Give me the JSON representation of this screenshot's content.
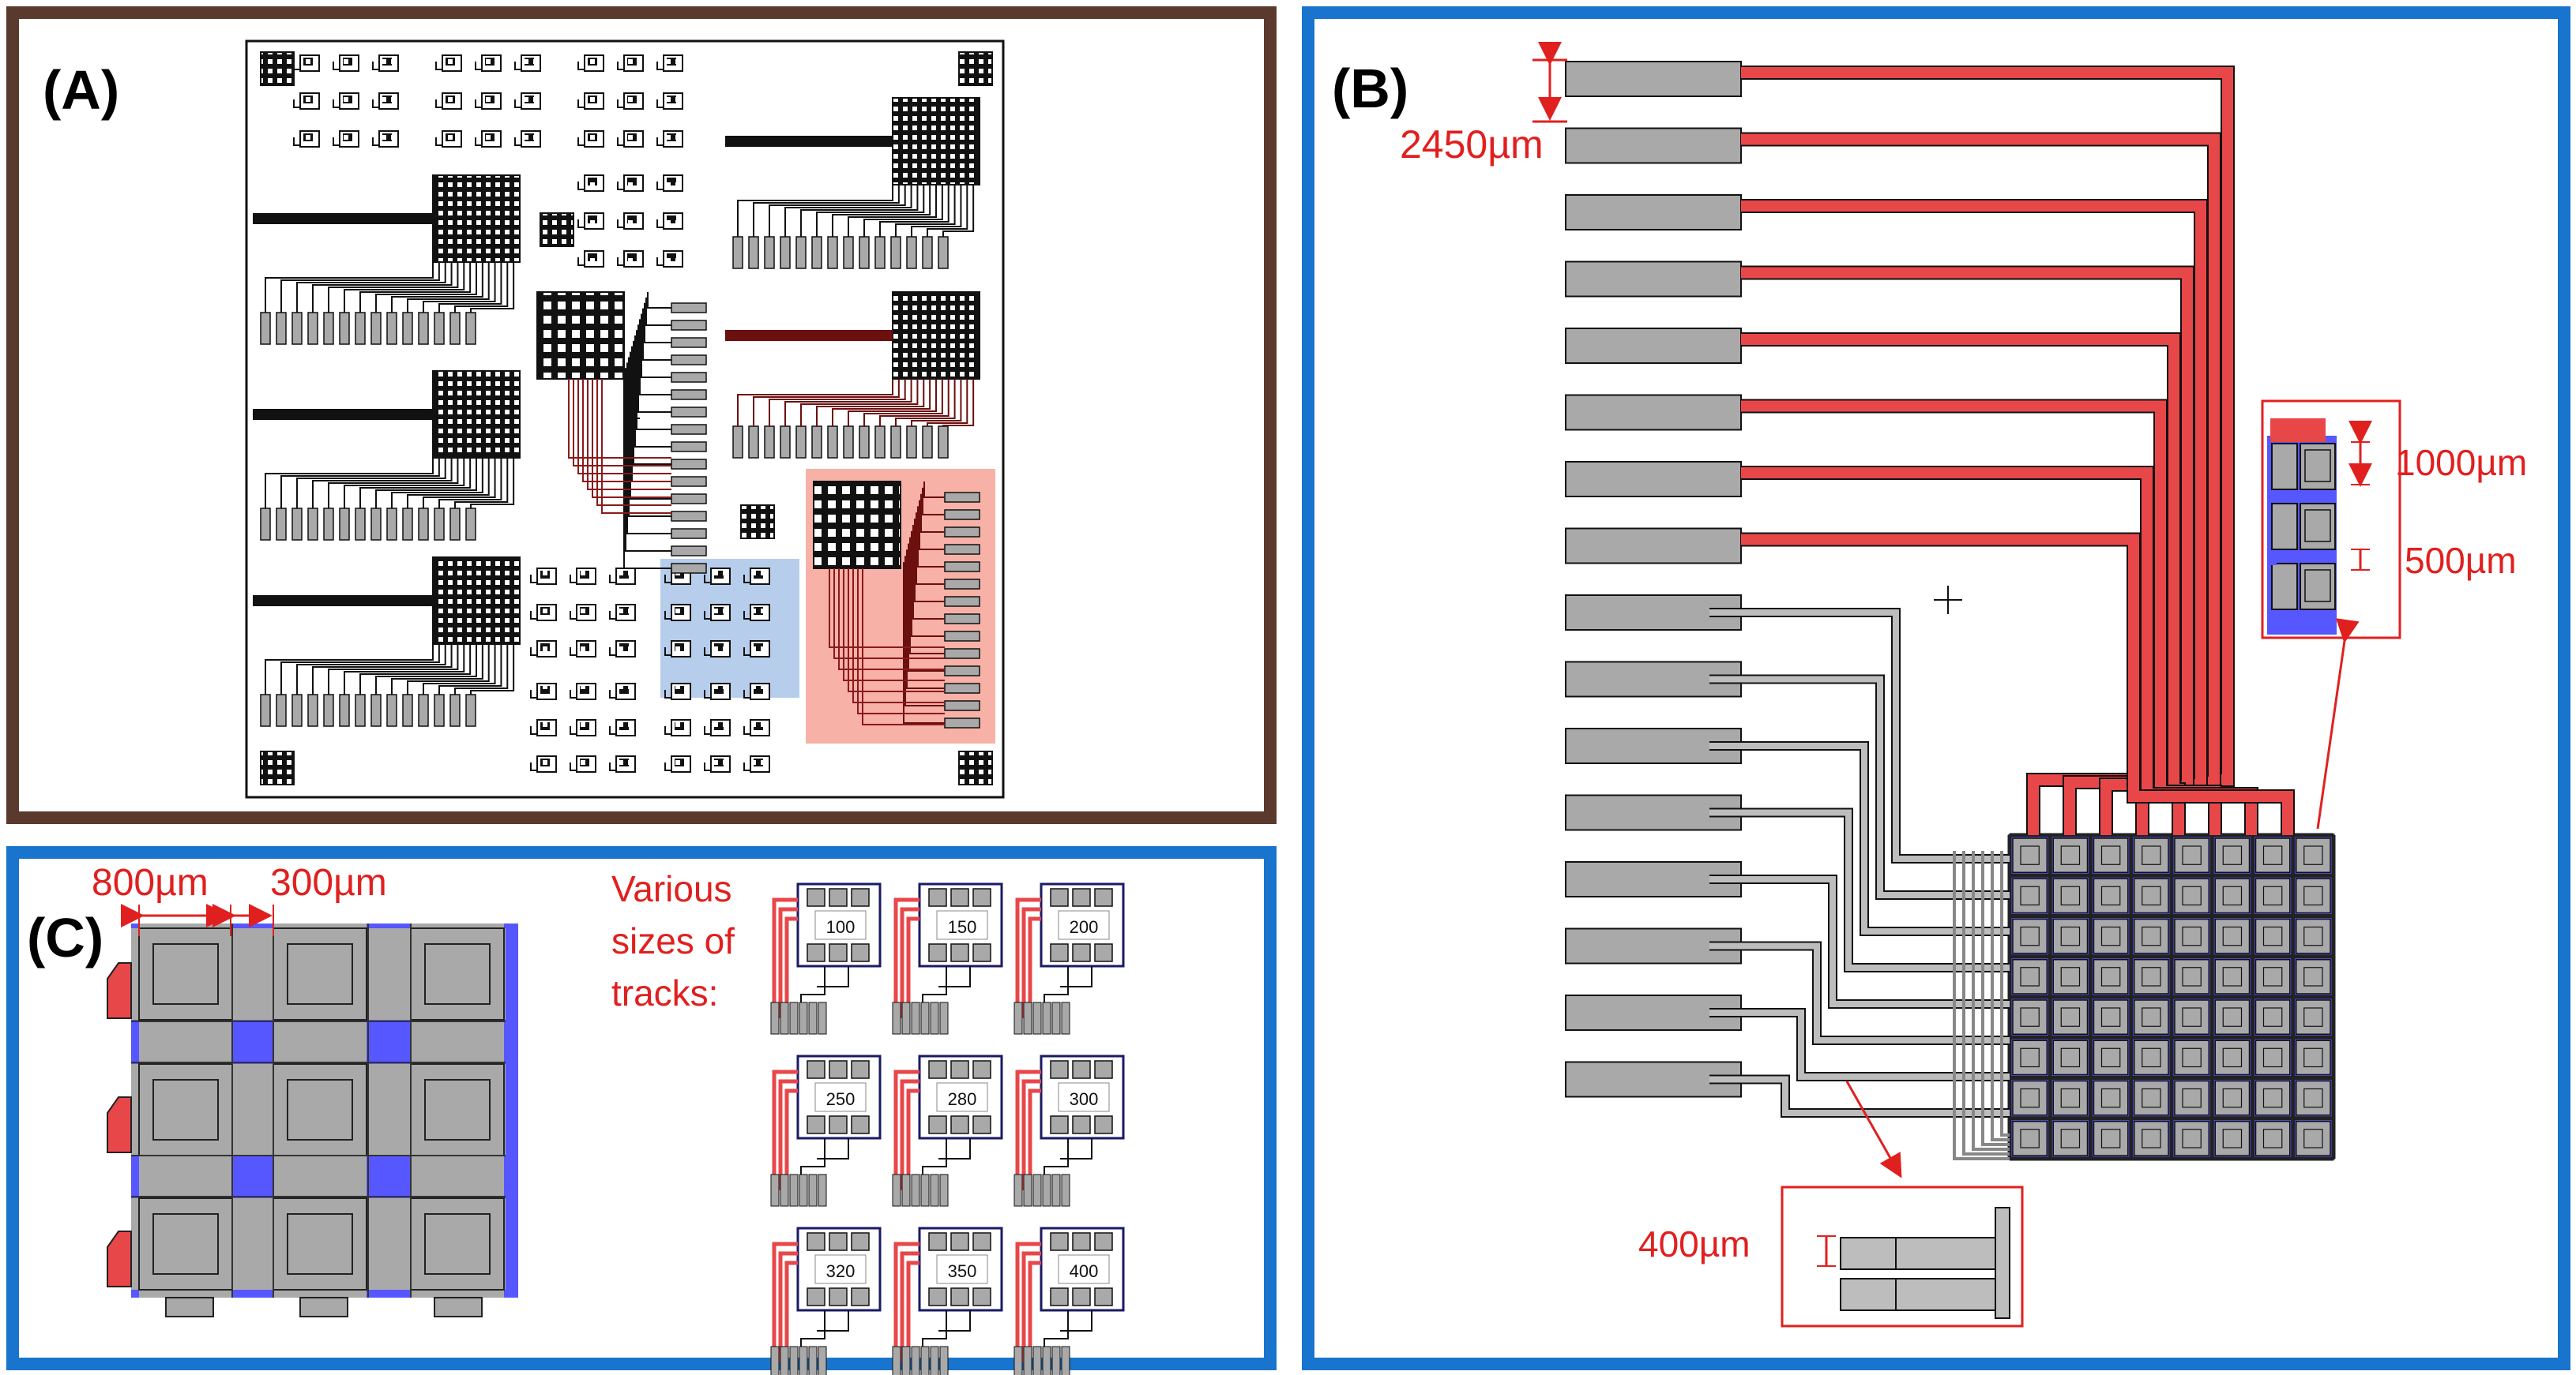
{
  "panels": {
    "a": {
      "label": "(A)"
    },
    "b": {
      "label": "(B)",
      "dimensions": {
        "pitch": "2450µm",
        "pad_size": "1000µm",
        "gap": "500µm",
        "track_gap": "400µm"
      }
    },
    "c": {
      "label": "(C)",
      "dimensions": {
        "pad": "800µm",
        "gap": "300µm"
      },
      "caption_lines": [
        "Various",
        "sizes of",
        "tracks:"
      ],
      "track_sizes": [
        "100",
        "150",
        "200",
        "250",
        "280",
        "300",
        "320",
        "350",
        "400"
      ]
    }
  },
  "colors": {
    "frame_a": "#5b3a2e",
    "frame_bc": "#1874cd",
    "track_red": "#e8474a",
    "pad_grey": "#a9a9a9",
    "via_blue": "#5757ff",
    "highlight_blue": "#a9c5e8",
    "highlight_red": "#f6a89c",
    "annotation_red": "#e0201f"
  }
}
